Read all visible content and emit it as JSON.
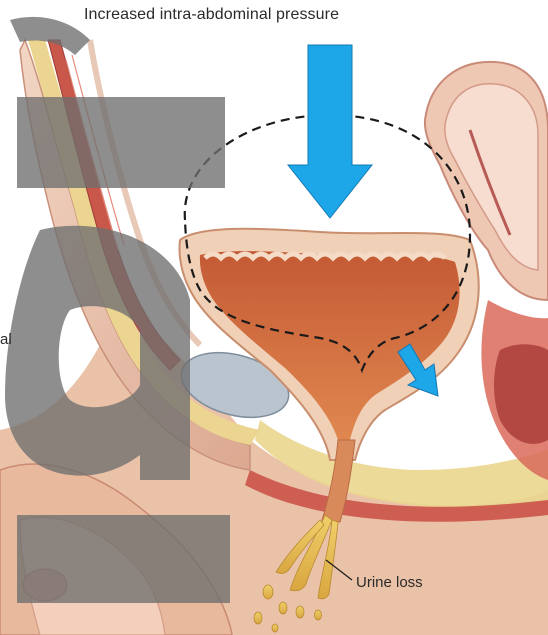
{
  "labels": {
    "pressure": "Increased intra-abdominal pressure",
    "urine_loss": "Urine loss",
    "clipped_left": "al"
  },
  "colors": {
    "pressure_arrow": "#1ea7e8",
    "bladder_wall": "#c8663f",
    "bladder_lumen": "#d9774a",
    "mucosa": "#f1d4be",
    "fat": "#e8d48a",
    "tissue_pink": "#e8b9a0",
    "skin": "#e6c1aa",
    "urine": "#e6bd55",
    "watermark": "#6e6e6e",
    "outline": "#1a1a1a"
  },
  "icons": {
    "large_arrow": "arrow-down-icon",
    "small_arrow": "arrow-down-right-icon"
  }
}
